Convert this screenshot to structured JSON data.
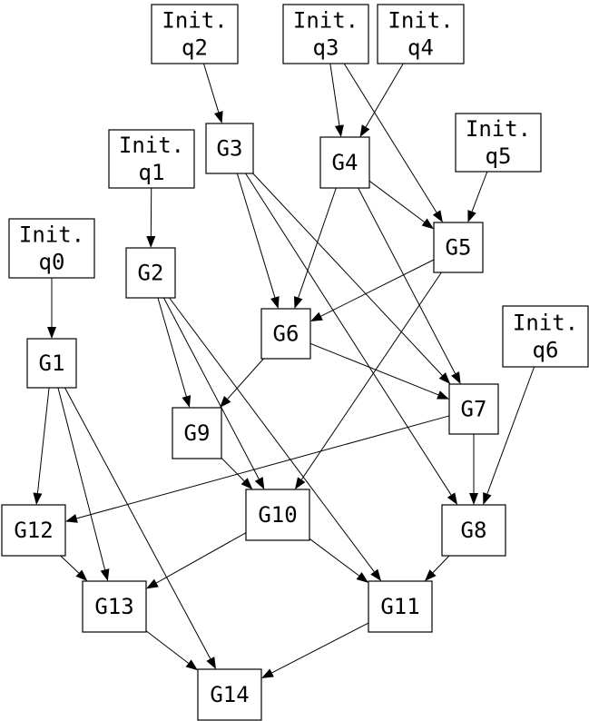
{
  "diagram": {
    "type": "directed-graph",
    "nodes": [
      {
        "id": "init_q0",
        "lines": [
          "Init.",
          "q0"
        ]
      },
      {
        "id": "init_q1",
        "lines": [
          "Init.",
          "q1"
        ]
      },
      {
        "id": "init_q2",
        "lines": [
          "Init.",
          "q2"
        ]
      },
      {
        "id": "init_q3",
        "lines": [
          "Init.",
          "q3"
        ]
      },
      {
        "id": "init_q4",
        "lines": [
          "Init.",
          "q4"
        ]
      },
      {
        "id": "init_q5",
        "lines": [
          "Init.",
          "q5"
        ]
      },
      {
        "id": "init_q6",
        "lines": [
          "Init.",
          "q6"
        ]
      },
      {
        "id": "G1",
        "lines": [
          "G1"
        ]
      },
      {
        "id": "G2",
        "lines": [
          "G2"
        ]
      },
      {
        "id": "G3",
        "lines": [
          "G3"
        ]
      },
      {
        "id": "G4",
        "lines": [
          "G4"
        ]
      },
      {
        "id": "G5",
        "lines": [
          "G5"
        ]
      },
      {
        "id": "G6",
        "lines": [
          "G6"
        ]
      },
      {
        "id": "G7",
        "lines": [
          "G7"
        ]
      },
      {
        "id": "G8",
        "lines": [
          "G8"
        ]
      },
      {
        "id": "G9",
        "lines": [
          "G9"
        ]
      },
      {
        "id": "G10",
        "lines": [
          "G10"
        ]
      },
      {
        "id": "G11",
        "lines": [
          "G11"
        ]
      },
      {
        "id": "G12",
        "lines": [
          "G12"
        ]
      },
      {
        "id": "G13",
        "lines": [
          "G13"
        ]
      },
      {
        "id": "G14",
        "lines": [
          "G14"
        ]
      }
    ],
    "edges": [
      [
        "init_q0",
        "G1"
      ],
      [
        "init_q1",
        "G2"
      ],
      [
        "init_q2",
        "G3"
      ],
      [
        "init_q3",
        "G4"
      ],
      [
        "init_q3",
        "G5"
      ],
      [
        "init_q4",
        "G4"
      ],
      [
        "init_q5",
        "G5"
      ],
      [
        "init_q6",
        "G8"
      ],
      [
        "G1",
        "G12"
      ],
      [
        "G1",
        "G13"
      ],
      [
        "G1",
        "G14"
      ],
      [
        "G2",
        "G9"
      ],
      [
        "G2",
        "G10"
      ],
      [
        "G2",
        "G11"
      ],
      [
        "G3",
        "G6"
      ],
      [
        "G3",
        "G7"
      ],
      [
        "G3",
        "G8"
      ],
      [
        "G4",
        "G5"
      ],
      [
        "G4",
        "G6"
      ],
      [
        "G4",
        "G7"
      ],
      [
        "G5",
        "G6"
      ],
      [
        "G5",
        "G10"
      ],
      [
        "G6",
        "G7"
      ],
      [
        "G6",
        "G9"
      ],
      [
        "G7",
        "G8"
      ],
      [
        "G7",
        "G12"
      ],
      [
        "G8",
        "G11"
      ],
      [
        "G9",
        "G10"
      ],
      [
        "G10",
        "G11"
      ],
      [
        "G10",
        "G13"
      ],
      [
        "G11",
        "G14"
      ],
      [
        "G12",
        "G13"
      ],
      [
        "G13",
        "G14"
      ]
    ]
  }
}
